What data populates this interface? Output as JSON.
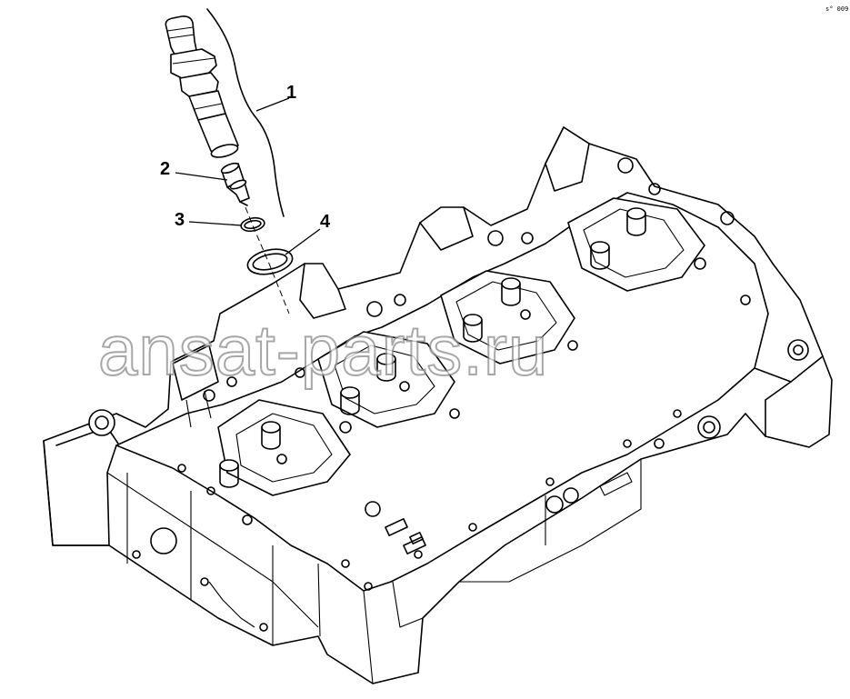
{
  "figure_code": "s° 009",
  "watermark": "ansat-parts.ru",
  "callouts": [
    {
      "id": "1",
      "label": "1"
    },
    {
      "id": "2",
      "label": "2"
    },
    {
      "id": "3",
      "label": "3"
    },
    {
      "id": "4",
      "label": "4"
    }
  ]
}
